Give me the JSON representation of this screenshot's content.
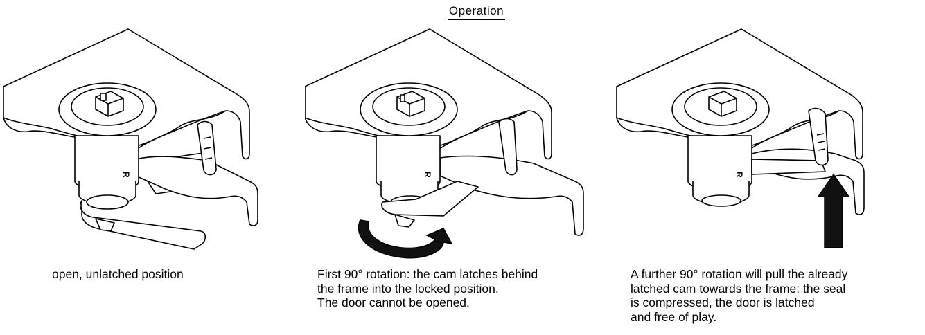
{
  "title": "Operation",
  "panels": [
    {
      "caption": [
        "open, unlatched position"
      ],
      "cam_state": "open"
    },
    {
      "caption": [
        "First 90° rotation: the cam latches behind",
        "the frame into the locked position.",
        "The door cannot be opened."
      ],
      "cam_state": "latched",
      "arrow": "rotation"
    },
    {
      "caption": [
        "A further 90° rotation will pull the already",
        "latched cam towards the frame: the seal",
        "is compressed, the door is latched",
        "and free of play."
      ],
      "cam_state": "compressed",
      "arrow": "upward"
    }
  ],
  "lock_markings": {
    "side_letter": "R"
  }
}
